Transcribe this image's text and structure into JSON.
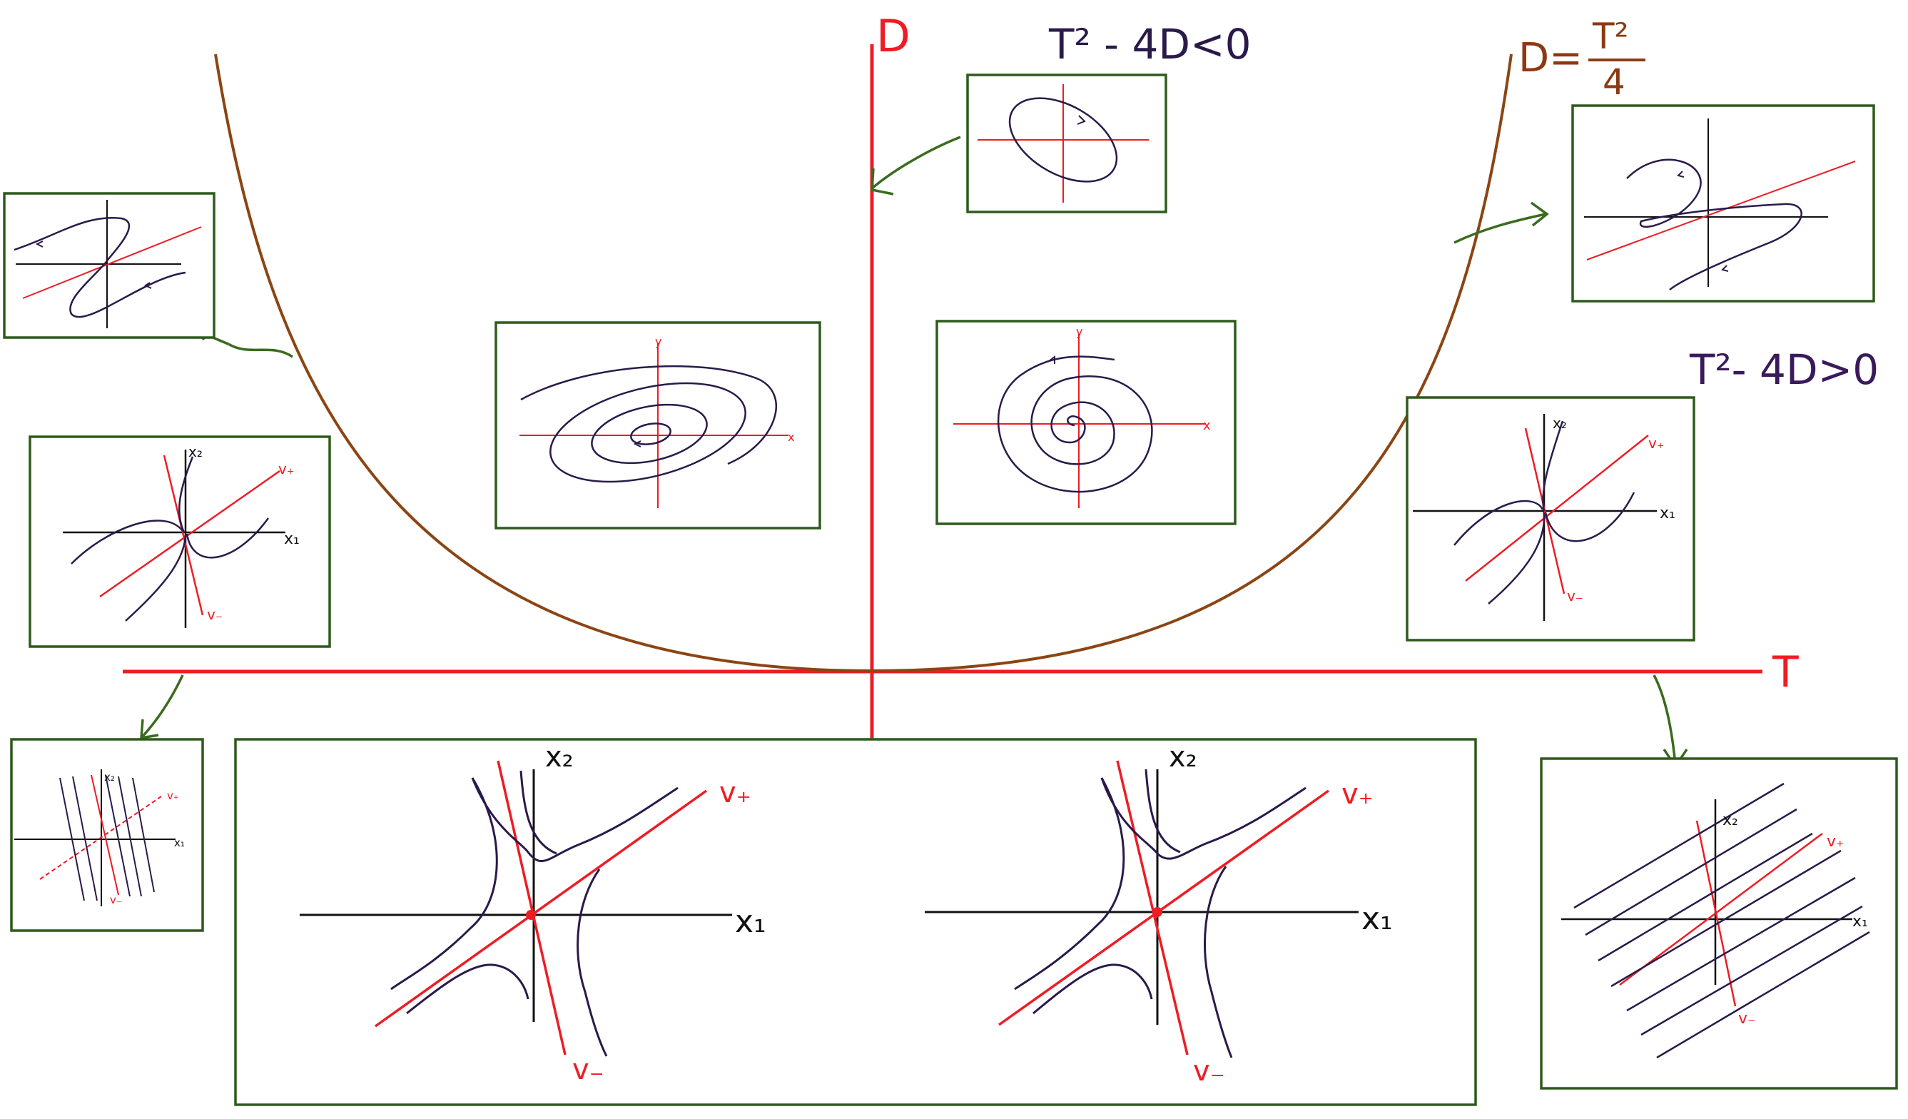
{
  "axes": {
    "d_label": "D",
    "t_label": "T"
  },
  "labels": {
    "complex_condition": "T² - 4D<0",
    "real_condition": "T²- 4D>0",
    "parabola_lhs": "D=",
    "parabola_num": "T²",
    "parabola_den": "4"
  },
  "panel_labels": {
    "x1": "x₁",
    "x2": "x₂",
    "v_plus": "v₊",
    "v_minus": "v₋",
    "x": "x",
    "y": "y"
  },
  "colors": {
    "axis_red": "#ee1c24",
    "parabola_brown": "#8b4513",
    "brown_text": "#8b3a12",
    "box_green": "#2e5a1c",
    "arrow_green": "#3a6b1e",
    "curve_purple": "#2a1a4a",
    "condition_purple": "#3a1a5a"
  }
}
